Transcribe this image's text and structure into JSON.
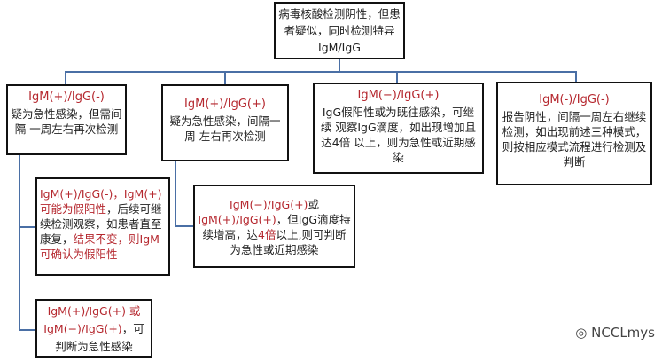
{
  "root": {
    "text": "病毒核酸检测阴性，但患者疑似，同时检测特异IgM/IgG"
  },
  "branches": [
    {
      "title": "IgM(+)/IgG(-)",
      "text": "疑为急性感染，但需间隔 一周左右再次检测"
    },
    {
      "title": "IgM(+)/IgG(+)",
      "text": "疑为急性感染，间隔一周 左右再次检测"
    },
    {
      "title": "IgM(−)/IgG(+)",
      "text": "IgG假阳性或为既往感染，可继续 观察IgG滴度，如出现增加且达4倍 以上，则为急性或近期感染"
    },
    {
      "title": "IgM(-)/IgG(-)",
      "text": "报告阴性，间隔一周左右继续检测，如出现前述三种模式，则按相应模式流程进行检测及判断"
    }
  ],
  "sub1": {
    "p1": "IgM(+)/IgG(-)，IgM(+)可能为假阳性",
    "p2": "，后续可继续检测观察，如患者直至康复，",
    "p3": "结果不变，",
    "p4": "则IgM可确认为假阳性"
  },
  "sub2": {
    "p1": "IgM(−)/IgG(+)",
    "p2": "或",
    "p3": "IgM(+)/IgG(+)",
    "p4": "，但IgG滴度持续增高，达",
    "p5": "4倍",
    "p6": "以上,则可判断为急性或近期感染"
  },
  "sub3": {
    "p1": "IgM(+)/IgG(+) 或",
    "p2": "IgM(−)/IgG(+)",
    "p3": "，可判断为急性感染"
  },
  "watermark": "NCCLmys"
}
